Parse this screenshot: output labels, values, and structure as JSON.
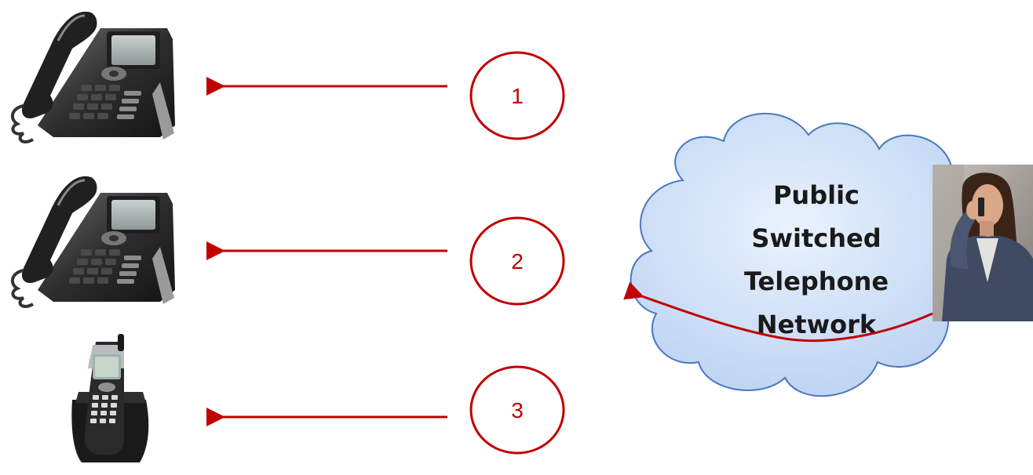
{
  "colors": {
    "arrow": "#c00000",
    "circle_stroke": "#c00000",
    "number_text": "#c00000",
    "cloud_fill": "#c9ddf7",
    "cloud_stroke": "#4a78c0",
    "cloud_text": "#1a1a1a"
  },
  "icons": {
    "desk_phone": "desk-phone-icon",
    "cordless_phone": "cordless-phone-icon",
    "caller": "caller-photo"
  },
  "steps": [
    {
      "number": "1",
      "target": "desk-phone"
    },
    {
      "number": "2",
      "target": "desk-phone"
    },
    {
      "number": "3",
      "target": "cordless-phone"
    }
  ],
  "cloud": {
    "lines": [
      "Public",
      "Switched",
      "Telephone",
      "Network"
    ]
  }
}
